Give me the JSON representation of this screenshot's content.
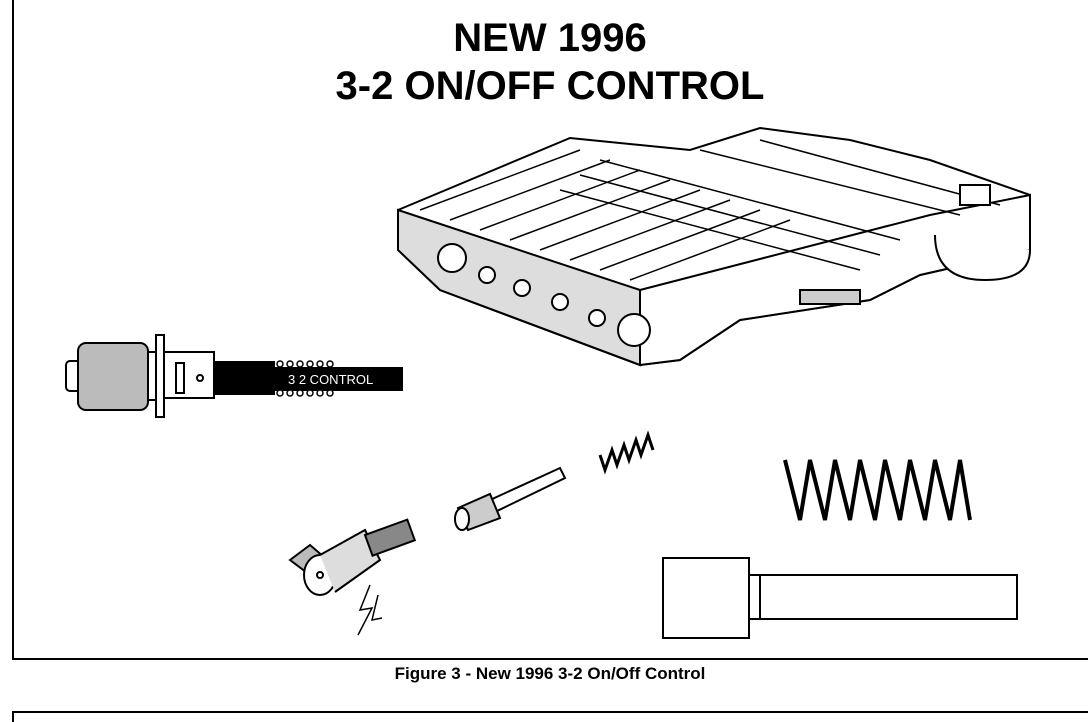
{
  "figure": {
    "title_line1": "NEW 1996",
    "title_line2": "3-2 ON/OFF CONTROL",
    "caption": "Figure 3 - New 1996 3-2 On/Off Control",
    "solenoid_label": "3 2 CONTROL"
  },
  "parts": [
    "valve-body",
    "3-2-control-solenoid",
    "solenoid-with-clip",
    "pin",
    "small-spring",
    "large-spring",
    "valve"
  ]
}
